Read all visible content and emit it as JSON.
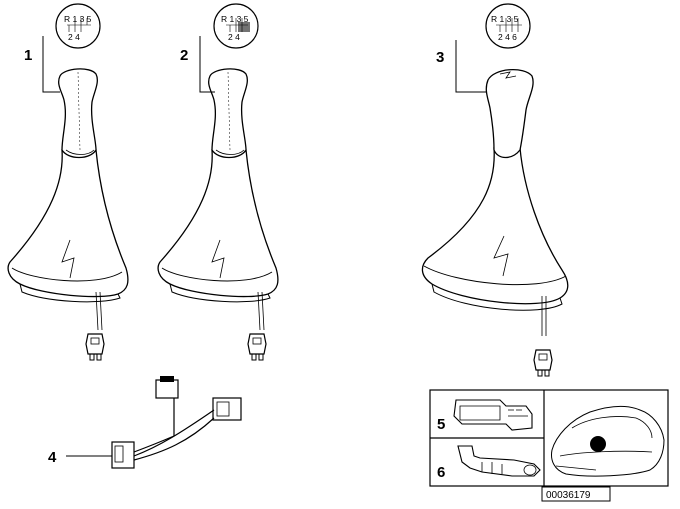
{
  "diagram": {
    "callouts": {
      "item1": "1",
      "item2": "2",
      "item3": "3",
      "item4": "4",
      "item5": "5",
      "item6": "6"
    },
    "shift_patterns": {
      "top": "R 1 3 5",
      "bottom": "2 4",
      "top_alt": "R 1 3 5",
      "bottom_alt": "2 4 6"
    },
    "reference_number": "00036179"
  }
}
